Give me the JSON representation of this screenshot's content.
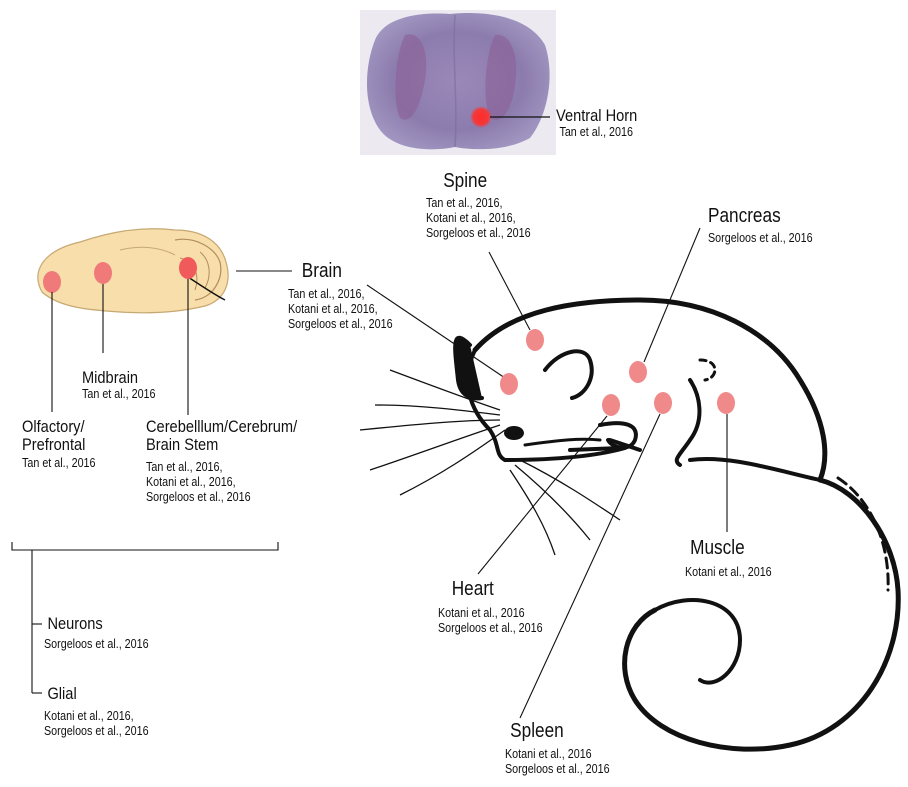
{
  "regions": {
    "ventral_horn": {
      "title": "Ventral Horn",
      "refs": [
        "Tan et al., 2016"
      ]
    },
    "spine": {
      "title": "Spine",
      "refs": [
        "Tan et al., 2016,",
        "Kotani et al., 2016,",
        "Sorgeloos et al., 2016"
      ]
    },
    "pancreas": {
      "title": "Pancreas",
      "refs": [
        "Sorgeloos et al., 2016"
      ]
    },
    "brain": {
      "title": "Brain",
      "refs": [
        "Tan et al., 2016,",
        "Kotani et al., 2016,",
        "Sorgeloos et al., 2016"
      ]
    },
    "midbrain": {
      "title": "Midbrain",
      "refs": [
        "Tan et al., 2016"
      ]
    },
    "olfactory": {
      "title_lines": [
        "Olfactory/",
        "Prefrontal"
      ],
      "refs": [
        "Tan et al., 2016"
      ]
    },
    "cerebellum": {
      "title_lines": [
        "Cerebelllum/Cerebrum/",
        "Brain Stem"
      ],
      "refs": [
        "Tan et al., 2016,",
        "Kotani et al., 2016,",
        "Sorgeloos et al., 2016"
      ]
    },
    "neurons": {
      "title": "Neurons",
      "refs": [
        "Sorgeloos et al., 2016"
      ]
    },
    "glial": {
      "title": "Glial",
      "refs": [
        "Kotani et al., 2016,",
        "Sorgeloos et al., 2016"
      ]
    },
    "heart": {
      "title": "Heart",
      "refs": [
        "Kotani et al., 2016",
        "Sorgeloos et al., 2016"
      ]
    },
    "muscle": {
      "title": "Muscle",
      "refs": [
        "Kotani et al., 2016"
      ]
    },
    "spleen": {
      "title": "Spleen",
      "refs": [
        "Kotani et al., 2016",
        "Sorgeloos et al., 2016"
      ]
    }
  },
  "colors": {
    "marker": "#f08a8a",
    "brain_fill": "#f7deaa",
    "section_fill": "#8f7fb3",
    "outline": "#111111"
  }
}
